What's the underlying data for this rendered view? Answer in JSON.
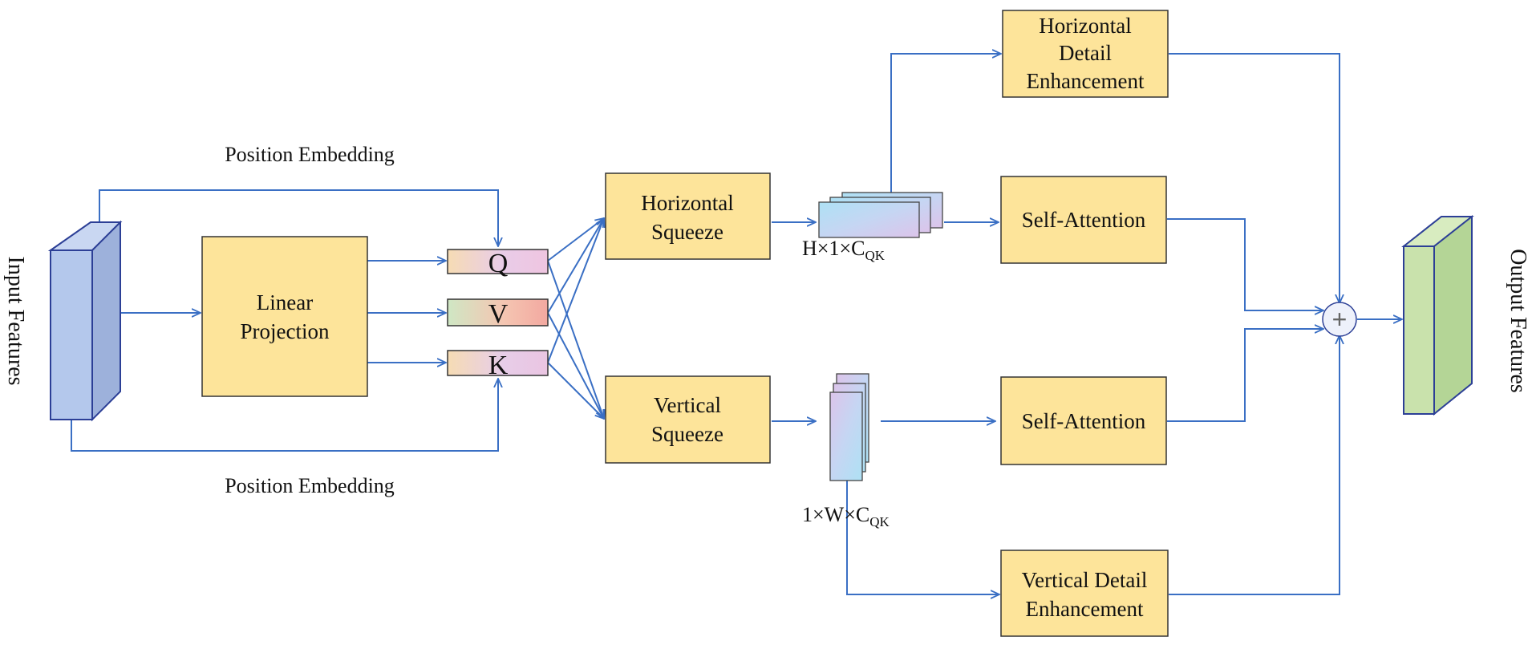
{
  "labels": {
    "input_features": "Input Features",
    "output_features": "Output Features",
    "position_embedding_top": "Position Embedding",
    "position_embedding_bottom": "Position Embedding",
    "linear_projection_line1": "Linear",
    "linear_projection_line2": "Projection",
    "token_q": "Q",
    "token_v": "V",
    "token_k": "K",
    "horizontal_squeeze_line1": "Horizontal",
    "horizontal_squeeze_line2": "Squeeze",
    "vertical_squeeze_line1": "Vertical",
    "vertical_squeeze_line2": "Squeeze",
    "horizontal_detail_line1": "Horizontal",
    "horizontal_detail_line2": "Detail",
    "horizontal_detail_line3": "Enhancement",
    "self_attention_top": "Self-Attention",
    "self_attention_bottom": "Self-Attention",
    "vertical_detail_line1": "Vertical Detail",
    "vertical_detail_line2": "Enhancement",
    "dim_h_main": "H×1×C",
    "dim_h_sub": "QK",
    "dim_v_main": "1×W×C",
    "dim_v_sub": "QK",
    "sum_symbol": "+"
  },
  "colors": {
    "flow_line": "#3a6fc4",
    "module_fill": "#fde49a",
    "input_front": "#b4c8ec",
    "input_side": "#9db1db",
    "input_top": "#c9d7f2",
    "input_edge": "#2c3f96",
    "output_front": "#c9e2ac",
    "output_side": "#b4d596",
    "output_top": "#d8ecc0",
    "output_edge": "#2c3f96",
    "token_q": "#ecc9e2",
    "token_v": "#f4b9a8",
    "token_k": "#eac8e3",
    "sum_fill": "#eef1fb"
  }
}
